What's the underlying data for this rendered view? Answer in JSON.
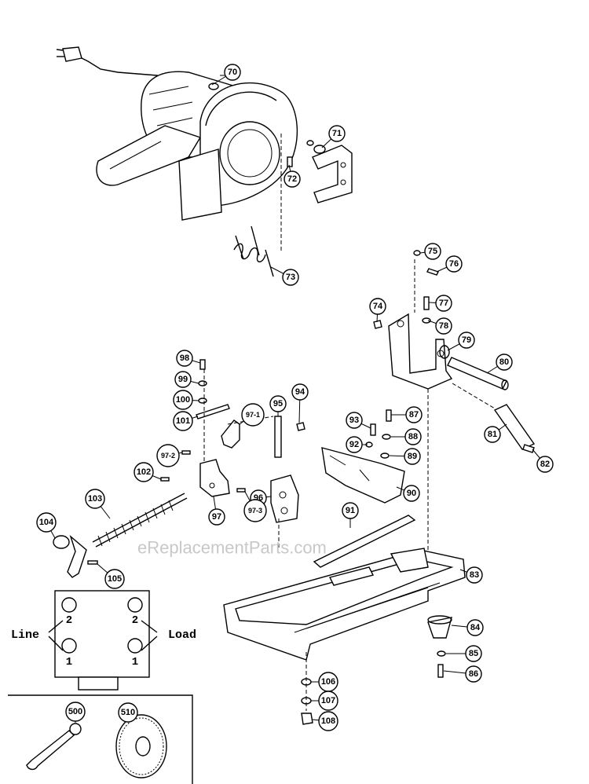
{
  "watermark": "eReplacementParts.com",
  "parts": [
    {
      "id": "70",
      "label": "70"
    },
    {
      "id": "71",
      "label": "71"
    },
    {
      "id": "72",
      "label": "72"
    },
    {
      "id": "73",
      "label": "73"
    },
    {
      "id": "74",
      "label": "74"
    },
    {
      "id": "75",
      "label": "75"
    },
    {
      "id": "76",
      "label": "76"
    },
    {
      "id": "77",
      "label": "77"
    },
    {
      "id": "78",
      "label": "78"
    },
    {
      "id": "79",
      "label": "79"
    },
    {
      "id": "80",
      "label": "80"
    },
    {
      "id": "81",
      "label": "81"
    },
    {
      "id": "82",
      "label": "82"
    },
    {
      "id": "83",
      "label": "83"
    },
    {
      "id": "84",
      "label": "84"
    },
    {
      "id": "85",
      "label": "85"
    },
    {
      "id": "86",
      "label": "86"
    },
    {
      "id": "87",
      "label": "87"
    },
    {
      "id": "88",
      "label": "88"
    },
    {
      "id": "89",
      "label": "89"
    },
    {
      "id": "90",
      "label": "90"
    },
    {
      "id": "91",
      "label": "91"
    },
    {
      "id": "92",
      "label": "92"
    },
    {
      "id": "93",
      "label": "93"
    },
    {
      "id": "94",
      "label": "94"
    },
    {
      "id": "95",
      "label": "95"
    },
    {
      "id": "96",
      "label": "96"
    },
    {
      "id": "97",
      "label": "97"
    },
    {
      "id": "97-1",
      "label": "97-1"
    },
    {
      "id": "97-2",
      "label": "97-2"
    },
    {
      "id": "97-3",
      "label": "97-3"
    },
    {
      "id": "98",
      "label": "98"
    },
    {
      "id": "99",
      "label": "99"
    },
    {
      "id": "100",
      "label": "100"
    },
    {
      "id": "101",
      "label": "101"
    },
    {
      "id": "102",
      "label": "102"
    },
    {
      "id": "103",
      "label": "103"
    },
    {
      "id": "104",
      "label": "104"
    },
    {
      "id": "105",
      "label": "105"
    },
    {
      "id": "106",
      "label": "106"
    },
    {
      "id": "107",
      "label": "107"
    },
    {
      "id": "108",
      "label": "108"
    },
    {
      "id": "500",
      "label": "500"
    },
    {
      "id": "510",
      "label": "510"
    }
  ],
  "wiring": {
    "line_label": "Line",
    "load_label": "Load",
    "terminals": [
      "2",
      "1",
      "2",
      "1"
    ]
  }
}
